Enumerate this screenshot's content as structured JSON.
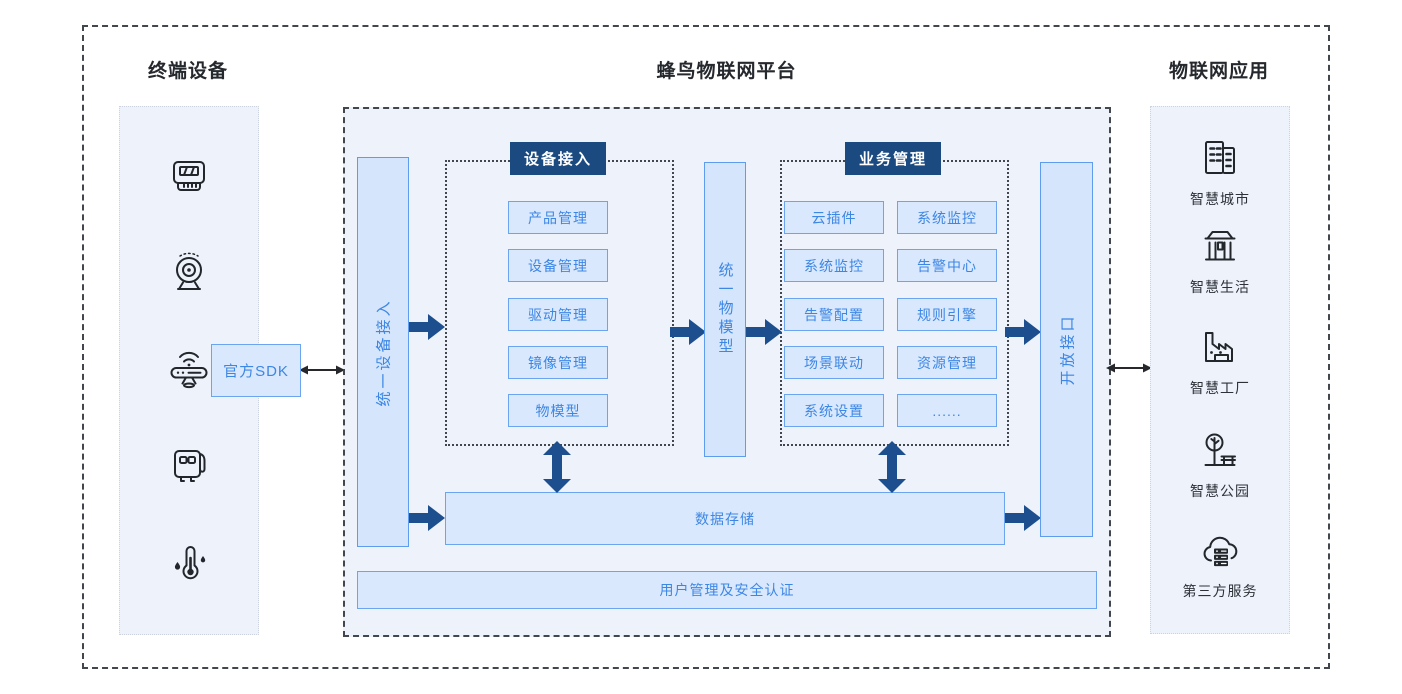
{
  "titles": {
    "left": "终端设备",
    "center": "蜂鸟物联网平台",
    "right": "物联网应用"
  },
  "terminal": {
    "sdk": "官方SDK",
    "icons": [
      "electric-meter",
      "camera",
      "gateway-router",
      "charging-box",
      "thermometer"
    ]
  },
  "platform": {
    "left_bar": "统一设备接入",
    "middle_bar": "统一物模型",
    "right_bar": "开放接口",
    "device_access": {
      "title": "设备接入",
      "items": [
        "产品管理",
        "设备管理",
        "驱动管理",
        "镜像管理",
        "物模型"
      ]
    },
    "business": {
      "title": "业务管理",
      "left_items": [
        "云插件",
        "系统监控",
        "告警配置",
        "场景联动",
        "系统设置"
      ],
      "right_items": [
        "系统监控",
        "告警中心",
        "规则引擎",
        "资源管理",
        "......"
      ]
    },
    "data_storage": "数据存储",
    "user_auth": "用户管理及安全认证"
  },
  "applications": {
    "items": [
      {
        "icon": "smart-city",
        "label": "智慧城市"
      },
      {
        "icon": "smart-life",
        "label": "智慧生活"
      },
      {
        "icon": "smart-factory",
        "label": "智慧工厂"
      },
      {
        "icon": "smart-park",
        "label": "智慧公园"
      },
      {
        "icon": "third-party-cloud",
        "label": "第三方服务"
      }
    ]
  },
  "colors": {
    "accent_blue": "#3d87e4",
    "box_fill": "#d9e8fd",
    "box_border": "#6ba5f2",
    "header_navy": "#1a4a80",
    "arrow_navy": "#1d4f8e",
    "panel_bg": "#edf2fb",
    "platform_bg": "#eef2fb",
    "dash_border": "#42464d"
  }
}
